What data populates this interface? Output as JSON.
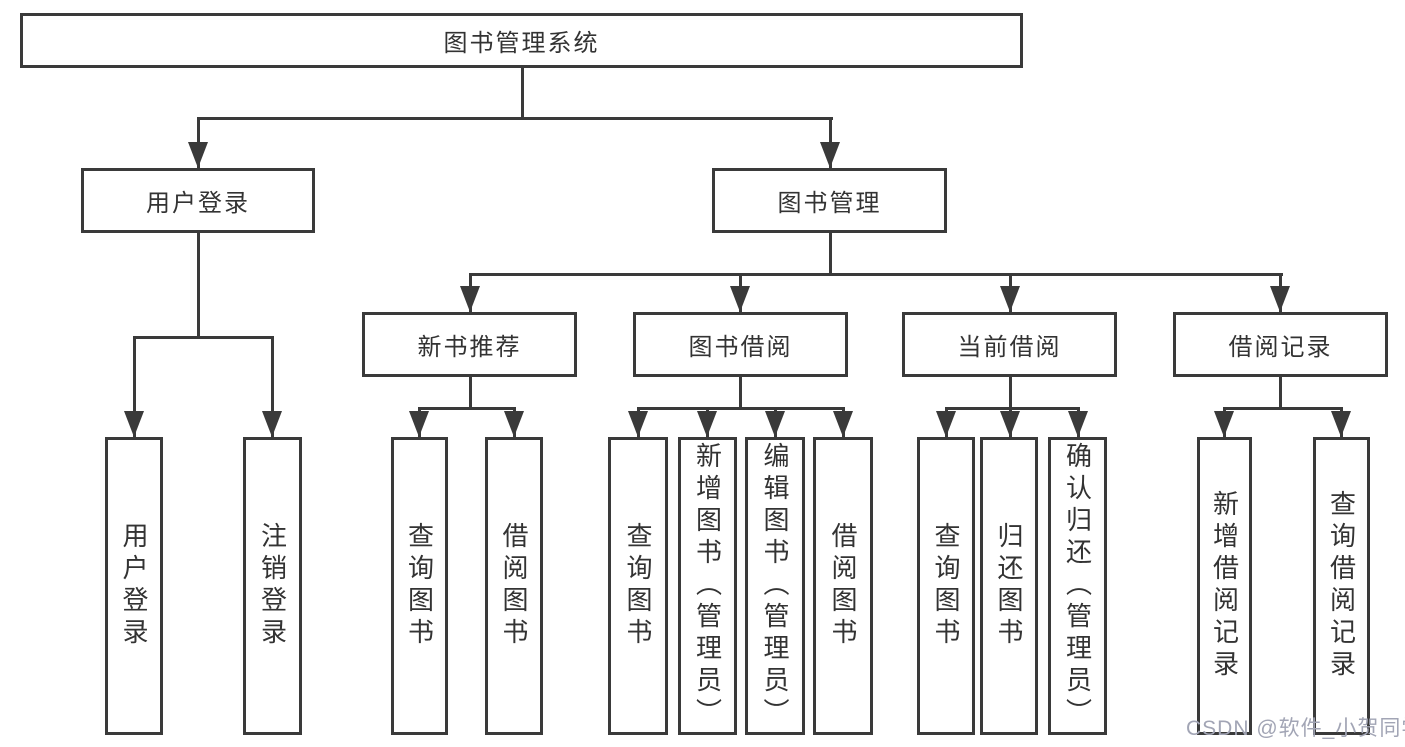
{
  "page": {
    "background": "#ffffff",
    "watermark": "CSDN @软件_小贺同学",
    "colors": {
      "line": "#3a3a3a",
      "box_border": "#3a3a3a",
      "text": "#333333",
      "watermark_text": "#a2a5b5"
    }
  },
  "tree": {
    "root": "图书管理系统",
    "level2": {
      "user_login": "用户登录",
      "book_mgmt": "图书管理"
    },
    "level3": {
      "recommend": "新书推荐",
      "borrow": "图书借阅",
      "current": "当前借阅",
      "record": "借阅记录"
    },
    "leaves": {
      "user": [
        "用户登录",
        "注销登录"
      ],
      "recommend": [
        "查询图书",
        "借阅图书"
      ],
      "borrow": [
        "查询图书",
        "新增图书（管理员）",
        "编辑图书（管理员）",
        "借阅图书"
      ],
      "current": [
        "查询图书",
        "归还图书",
        "确认归还（管理员）"
      ],
      "record": [
        "新增借阅记录",
        "查询借阅记录"
      ]
    }
  }
}
